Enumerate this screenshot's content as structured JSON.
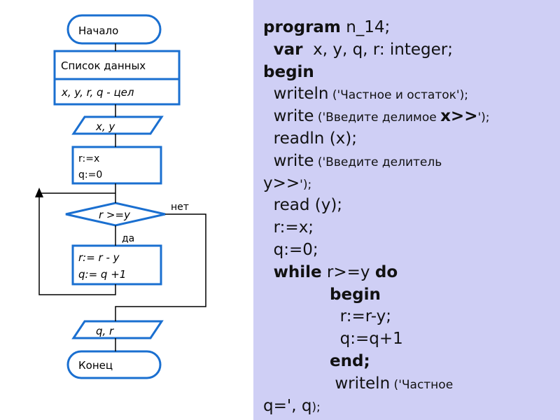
{
  "flowchart": {
    "start": "Начало",
    "list_header": "Список данных",
    "list_vars": "x, y, r, q - цел",
    "input": "x, y",
    "assign_r": "r:=x",
    "assign_q": "q:=0",
    "condition": "r >=y",
    "no_label": "нет",
    "yes_label": "да",
    "body_r": "r:= r - y",
    "body_q": "q:= q +1",
    "output": "q,  r",
    "end": "Конец"
  },
  "code": {
    "l1_kw": "program",
    "l1_rest": " n_14;",
    "l2_kw": "var",
    "l2_rest": "  x, y, q, r: integer;",
    "l3_kw": "begin",
    "l4_a": "writeln",
    "l4_b": " ('Частное и остаток');",
    "l5_a": "write",
    "l5_b": " ('Введите делимое ",
    "l5_c": "x>>",
    "l5_d": "');",
    "l6": "readln (x);",
    "l7_a": "write",
    "l7_b": " ('Введите делитель",
    "l8_a": "y>>",
    "l8_b": "');",
    "l9": "read (y);",
    "l10": "r:=x;",
    "l11": "q:=0;",
    "l12_kw1": "while",
    "l12_mid": " r>=y ",
    "l12_kw2": "do",
    "l13_kw": "begin",
    "l14": "r:=r-y;",
    "l15": "q:=q+1",
    "l16_kw": "end;",
    "l17_a": "writeln",
    "l17_b": " ('Частное",
    "l18_a": "q=', q",
    "l18_b": ");"
  }
}
